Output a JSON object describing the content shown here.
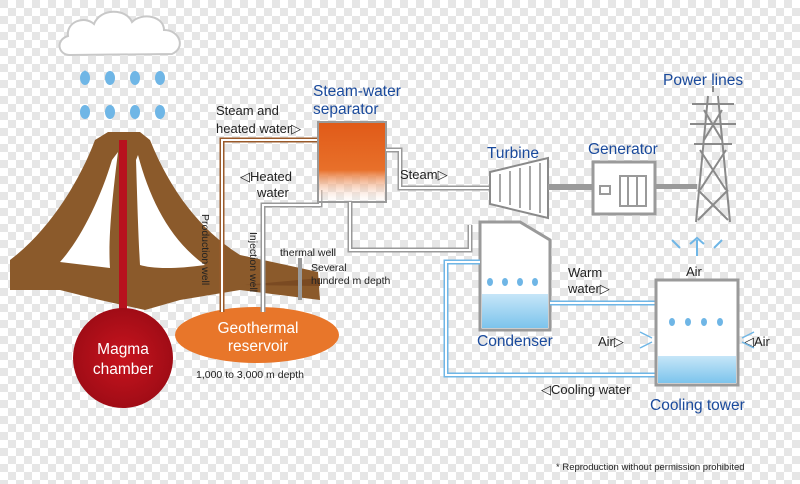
{
  "labels": {
    "steam_water_separator_line1": "Steam-water",
    "steam_water_separator_line2": "separator",
    "power_lines": "Power lines",
    "steam_and": "Steam and",
    "heated_water_up": "heated water▷",
    "heated_water_line1": "◁Heated",
    "heated_water_line2": "water",
    "steam": "Steam▷",
    "turbine": "Turbine",
    "generator": "Generator",
    "production_well": "Production well",
    "injection_well": "Injection well",
    "thermal_well": "thermal well",
    "several": "Several",
    "hundred_m_depth": "hundred m depth",
    "geothermal_line1": "Geothermal",
    "geothermal_line2": "reservoir",
    "depth_range": "1,000 to 3,000 m depth",
    "magma_line1": "Magma",
    "magma_line2": "chamber",
    "warm_water_line1": "Warm",
    "warm_water_line2": "water▷",
    "air_top": "Air",
    "condenser": "Condenser",
    "air_left": "Air▷",
    "air_right": "◁Air",
    "cooling_water": "◁Cooling water",
    "cooling_tower": "Cooling tower",
    "footnote": "* Reproduction without permission prohibited"
  },
  "colors": {
    "pipe_blue": "#6fb6e6",
    "pipe_brown": "#9a5a2a",
    "volcano": "#8b5a2b",
    "magma": "#b8121e",
    "reservoir": "#e8762a",
    "separator": "#e05a18",
    "label_blue": "#1a4a9c"
  }
}
